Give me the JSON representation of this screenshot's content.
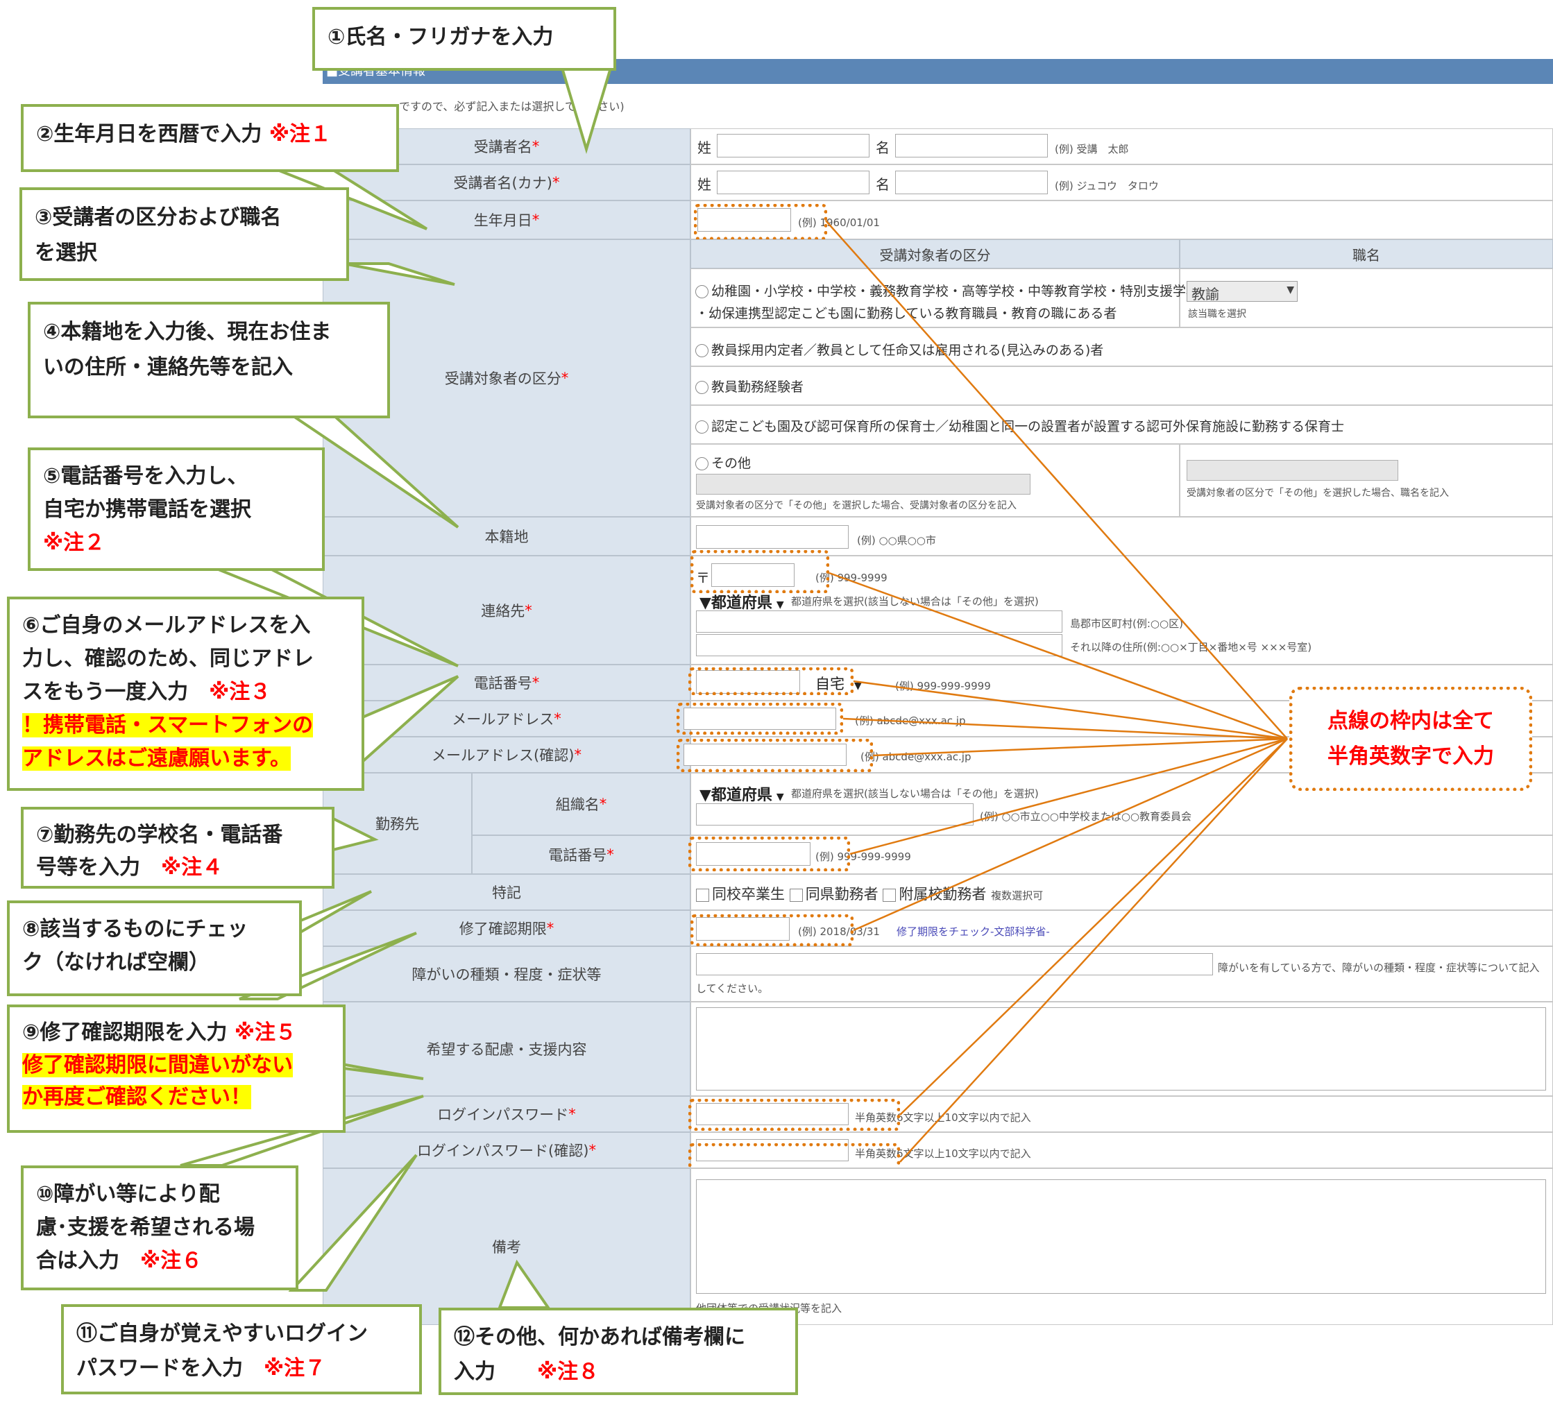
{
  "form": {
    "header_title": "■受講者基本情報",
    "header_note": "ですので、必ず記入または選択してください)",
    "rows": {
      "name": {
        "label": "受講者名",
        "req": "*",
        "sei": "姓",
        "mei": "名",
        "example": "(例) 受講　太郎"
      },
      "kana": {
        "label": "受講者名(カナ)",
        "req": "*",
        "sei": "姓",
        "mei": "名",
        "example": "(例) ジュコウ　タロウ"
      },
      "birth": {
        "label": "生年月日",
        "req": "*",
        "example": "(例) 1960/01/01"
      },
      "category": {
        "label": "受講対象者の区分",
        "req": "*",
        "col_head": "受講対象者の区分",
        "job_head": "職名",
        "options": [
          "幼稚園・小学校・中学校・義務教育学校・高等学校・中等教育学校・特別支援学校",
          "・幼保連携型認定こども園に勤務している教育職員・教育の職にある者",
          "教員採用内定者／教員として任命又は雇用される(見込みのある)者",
          "教員勤務経験者",
          "認定こども園及び認可保育所の保育士／幼稚園と同一の設置者が設置する認可外保育施設に勤務する保育士",
          "その他"
        ],
        "job_value": "教諭",
        "job_note": "該当職を選択",
        "other_note": "受講対象者の区分で「その他」を選択した場合、受講対象者の区分を記入",
        "other_job_note": "受講対象者の区分で「その他」を選択した場合、職名を記入"
      },
      "honseki": {
        "label": "本籍地",
        "example": "(例) ○○県○○市"
      },
      "contact": {
        "label": "連絡先",
        "req": "*",
        "postal_mark": "〒",
        "postal_example": "(例) 999-9999",
        "pref": "▼都道府県",
        "pref_note": "都道府県を選択(該当しない場合は「その他」を選択)",
        "city_note": "島郡市区町村(例:○○区)",
        "addr_note": "それ以降の住所(例:○○×丁目×番地×号 ×××号室)"
      },
      "phone": {
        "label": "電話番号",
        "req": "*",
        "type": "自宅",
        "example": "(例) 999-999-9999"
      },
      "mail": {
        "label": "メールアドレス",
        "req": "*",
        "example": "(例) abcde@xxx.ac.jp"
      },
      "mail2": {
        "label": "メールアドレス(確認)",
        "req": "*",
        "example": "(例) abcde@xxx.ac.jp"
      },
      "work": {
        "label": "勤務先",
        "org": {
          "label": "組織名",
          "req": "*",
          "pref": "▼都道府県",
          "pref_note": "都道府県を選択(該当しない場合は「その他」を選択)",
          "example": "(例) ○○市立○○中学校または○○教育委員会"
        },
        "tel": {
          "label": "電話番号",
          "req": "*",
          "example": "(例) 999-999-9999"
        }
      },
      "special": {
        "label": "特記",
        "opt1": "同校卒業生",
        "opt2": "同県勤務者",
        "opt3": "附属校勤務者",
        "note": "複数選択可"
      },
      "expiry": {
        "label": "修了確認期限",
        "req": "*",
        "example": "(例) 2018/03/31",
        "link": "修了期限をチェック-文部科学省-"
      },
      "disability": {
        "label": "障がいの種類・程度・症状等",
        "note": "障がいを有している方で、障がいの種類・程度・症状等について記入してください。"
      },
      "support": {
        "label": "希望する配慮・支援内容"
      },
      "password": {
        "label": "ログインパスワード",
        "req": "*",
        "note": "半角英数6文字以上10文字以内で記入"
      },
      "password2": {
        "label": "ログインパスワード(確認)",
        "req": "*",
        "note": "半角英数6文字以上10文字以内で記入"
      },
      "remarks": {
        "label": "備考",
        "note": "他団体等での受講状況等を記入"
      }
    }
  },
  "callouts": {
    "c1": {
      "text": "①氏名・フリガナを入力"
    },
    "c2": {
      "text": "②生年月日を西暦で入力",
      "note": "※注１"
    },
    "c3": {
      "line1": "③受講者の区分および職名",
      "line2": "を選択"
    },
    "c4": {
      "line1": "④本籍地を入力後、現在お住ま",
      "line2": "いの住所・連絡先等を記入"
    },
    "c5": {
      "line1": "⑤電話番号を入力し、",
      "line2": "自宅か携帯電話を選択",
      "note": "※注２"
    },
    "c6": {
      "line1": "⑥ご自身のメールアドレスを入",
      "line2": "力し、確認のため、同じアドレ",
      "line3": "スをもう一度入力",
      "note": "※注３",
      "warn1": "！携帯電話・スマートフォンの",
      "warn2": "アドレスはご遠慮願います。"
    },
    "c7": {
      "line1": "⑦勤務先の学校名・電話番",
      "line2": "号等を入力",
      "note": "※注４"
    },
    "c8": {
      "line1": "⑧該当するものにチェッ",
      "line2": "ク（なければ空欄）"
    },
    "c9": {
      "line1": "⑨修了確認期限を入力",
      "note": "※注５",
      "warn1": "修了確認期限に間違いがない",
      "warn2": "か再度ご確認ください！"
    },
    "c10": {
      "line1": "⑩障がい等により配",
      "line2": "慮･支援を希望される場",
      "line3": "合は入力",
      "note": "※注６"
    },
    "c11": {
      "line1": "⑪ご自身が覚えやすいログイン",
      "line2": "パスワードを入力",
      "note": "※注７"
    },
    "c12": {
      "line1": "⑫その他、何かあれば備考欄に",
      "line2": "入力",
      "note": "※注８"
    },
    "hankaku": {
      "line1": "点線の枠内は全て",
      "line2": "半角英数字で入力"
    }
  },
  "colors": {
    "header_bar": "#5b86b6",
    "label_bg": "#dbe4ee",
    "callout_border": "#8db04e",
    "dashed": "#e07a10",
    "red": "#ff0000",
    "highlight": "#ffff00"
  }
}
